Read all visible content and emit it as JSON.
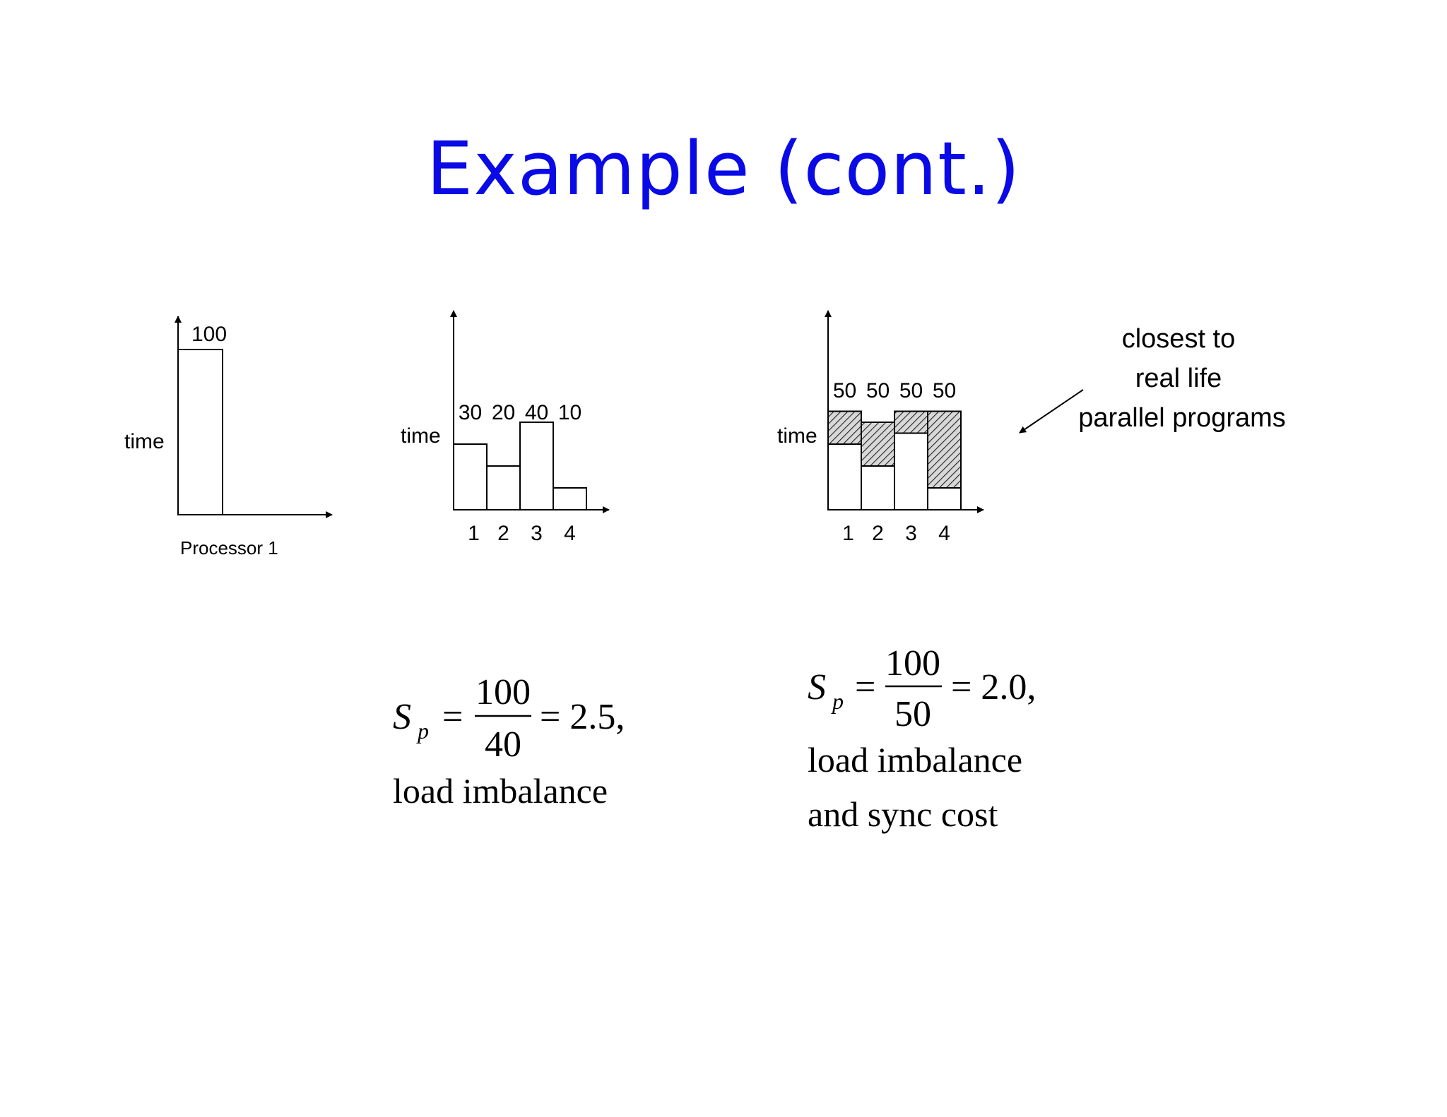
{
  "slide": {
    "title": "Example (cont.)",
    "annotation": [
      "closest to",
      "real life",
      "parallel programs"
    ]
  },
  "chart_data": [
    {
      "type": "bar",
      "categories": [
        ""
      ],
      "values": [
        100
      ],
      "value_labels": [
        "100"
      ],
      "ylabel": "time",
      "xlabel": "Processor 1",
      "ylim": [
        0,
        120
      ]
    },
    {
      "type": "bar",
      "categories": [
        "1",
        "2",
        "3",
        "4"
      ],
      "values": [
        30,
        20,
        40,
        10
      ],
      "value_labels": [
        "30",
        "20",
        "40",
        "10"
      ],
      "ylabel": "time",
      "ylim": [
        0,
        90
      ]
    },
    {
      "type": "bar",
      "stacked": true,
      "categories": [
        "1",
        "2",
        "3",
        "4"
      ],
      "values": [
        30,
        20,
        35,
        10
      ],
      "sync_values": [
        15,
        20,
        10,
        35
      ],
      "value_labels": [
        "50",
        "50",
        "50",
        "50"
      ],
      "ylabel": "time",
      "ylim": [
        0,
        90
      ]
    }
  ],
  "formulas": [
    {
      "lhs": "S",
      "sub": "p",
      "numerator": "100",
      "denominator": "40",
      "result": "= 2.5,",
      "notes": [
        "load imbalance"
      ]
    },
    {
      "lhs": "S",
      "sub": "p",
      "numerator": "100",
      "denominator": "50",
      "result": "= 2.0,",
      "notes": [
        "load imbalance",
        "and sync cost"
      ]
    }
  ]
}
